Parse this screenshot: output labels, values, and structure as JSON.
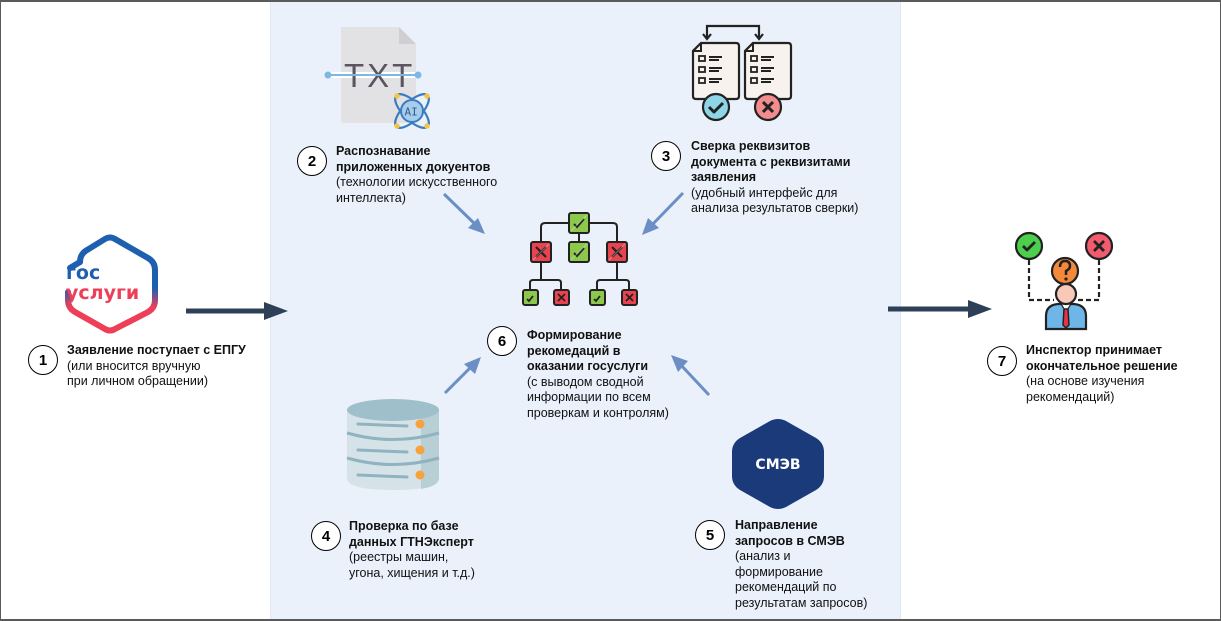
{
  "colors": {
    "panel_bg": "#eaf1fb",
    "main_arrow": "#2e4057",
    "sub_arrow": "#6b8fc4",
    "gosuslugi_blue": "#1f5fb0",
    "gosuslugi_red": "#ee3f58",
    "smev_navy": "#1b3a7a",
    "check_green": "#8cc84b",
    "cross_red": "#e8434f"
  },
  "steps": [
    {
      "number": "1",
      "title": "Заявление поступает с ЕПГУ",
      "description": "(или вносится вручную\nпри личном обращении)",
      "icon": "gosuslugi-logo"
    },
    {
      "number": "2",
      "title": "Распознавание\nприложенных докуентов",
      "description": "(технологии искусственного\nинтеллекта)",
      "icon": "txt-ai-document-icon"
    },
    {
      "number": "3",
      "title": "Сверка реквизитов\nдокумента с реквизитами\nзаявления",
      "description": "(удобный интерфейс для\nанализа результатов сверки)",
      "icon": "document-compare-icon"
    },
    {
      "number": "4",
      "title": "Проверка по базе\nданных ГТНЭксперт",
      "description": "(реестры машин,\nугона, хищения и т.д.)",
      "icon": "database-icon"
    },
    {
      "number": "5",
      "title": "Направление\nзапросов в СМЭВ",
      "description": "(анализ и\nформирование\nрекомендаций по\nрезультатам запросов)",
      "icon": "smev-logo"
    },
    {
      "number": "6",
      "title": "Формирование\nрекомедаций в\nоказании госуслуги",
      "description": "(с выводом сводной\nинформации по всем\nпроверкам и контролям)",
      "icon": "decision-tree-icon"
    },
    {
      "number": "7",
      "title": "Инспектор принимает\nокончательное решение",
      "description": "(на основе изучения\nрекомендаций)",
      "icon": "inspector-decision-icon"
    }
  ],
  "logos": {
    "gosuslugi_line1": "гос",
    "gosuslugi_line2": "услуги",
    "smev": "СМЭВ",
    "txt": "TXT",
    "ai": "AI"
  }
}
